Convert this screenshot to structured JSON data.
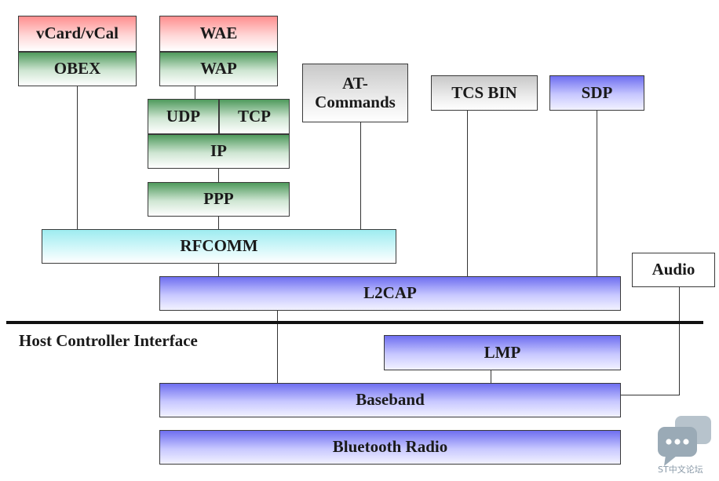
{
  "layers": {
    "vcard": "vCard/vCal",
    "obex": "OBEX",
    "wae": "WAE",
    "wap": "WAP",
    "udp": "UDP",
    "tcp": "TCP",
    "ip": "IP",
    "ppp": "PPP",
    "at_commands": "AT-\nCommands",
    "tcs_bin": "TCS BIN",
    "sdp": "SDP",
    "rfcomm": "RFCOMM",
    "audio": "Audio",
    "l2cap": "L2CAP",
    "lmp": "LMP",
    "baseband": "Baseband",
    "radio": "Bluetooth Radio"
  },
  "hci_label": "Host Controller Interface",
  "watermark": {
    "text": "ST中文论坛",
    "icon": "chat-bubbles-icon"
  },
  "colors": {
    "app_layer": "#ff8f8f",
    "transport_layer": "#4f9a5c",
    "control_layer": "#c8c8c8",
    "core_layer": "#6e6ef0",
    "rfcomm": "#9eecf0"
  }
}
